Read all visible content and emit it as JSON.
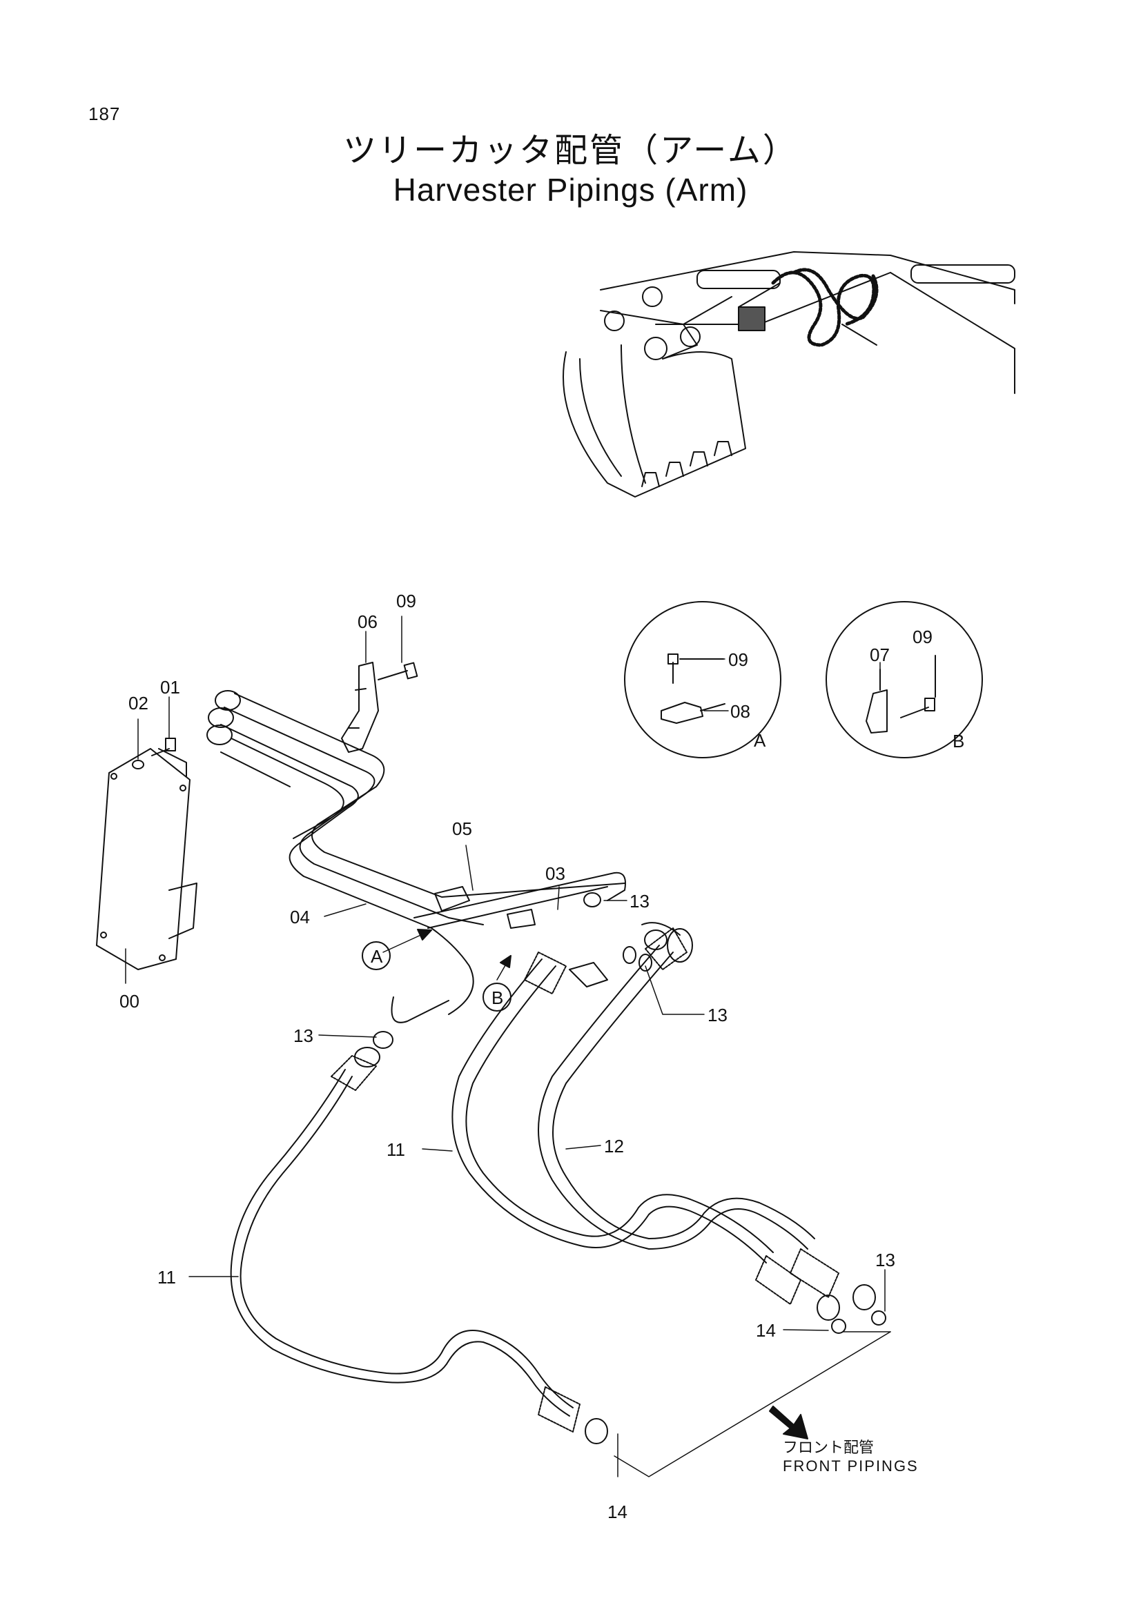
{
  "page_number": "187",
  "title_jp": "ツリーカッタ配管（アーム）",
  "title_en": "Harvester Pipings (Arm)",
  "detail_views": [
    {
      "id": "A",
      "parts": [
        "09",
        "08"
      ]
    },
    {
      "id": "B",
      "parts": [
        "07",
        "09"
      ]
    }
  ],
  "callouts": {
    "p00": "00",
    "p01": "01",
    "p02": "02",
    "p03": "03",
    "p04": "04",
    "p05": "05",
    "p06": "06",
    "p09": "09",
    "p11a": "11",
    "p11b": "11",
    "p12": "12",
    "p13a": "13",
    "p13b": "13",
    "p13c": "13",
    "p13d": "13",
    "p14a": "14",
    "p14b": "14",
    "ref_a": "A",
    "ref_b": "B",
    "a_09": "09",
    "a_08": "08",
    "a_label": "A",
    "b_07": "07",
    "b_09": "09",
    "b_label": "B"
  },
  "front_note_jp": "フロント配管",
  "front_note_en": "FRONT PIPINGS"
}
